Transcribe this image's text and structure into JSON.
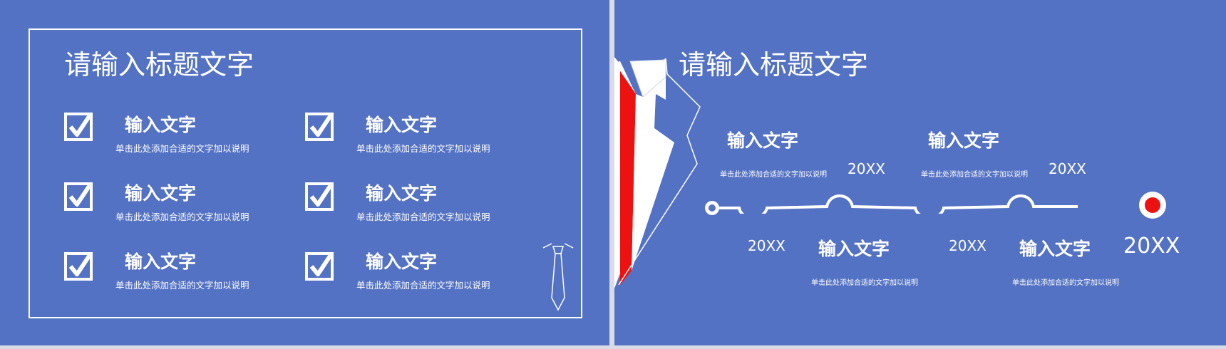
{
  "left_slide": {
    "title": "请输入标题文字",
    "items": [
      {
        "heading": "输入文字",
        "description": "单击此处添加合适的文字加以说明"
      },
      {
        "heading": "输入文字",
        "description": "单击此处添加合适的文字加以说明"
      },
      {
        "heading": "输入文字",
        "description": "单击此处添加合适的文字加以说明"
      },
      {
        "heading": "输入文字",
        "description": "单击此处添加合适的文字加以说明"
      },
      {
        "heading": "输入文字",
        "description": "单击此处添加合适的文字加以说明"
      },
      {
        "heading": "输入文字",
        "description": "单击此处添加合适的文字加以说明"
      }
    ]
  },
  "right_slide": {
    "title": "请输入标题文字",
    "timeline": [
      {
        "year": "20XX",
        "heading": "输入文字",
        "description": "单击此处添加合适的文字加以说明"
      },
      {
        "year": "20XX",
        "heading": "输入文字",
        "description": "单击此处添加合适的文字加以说明"
      },
      {
        "year": "20XX",
        "heading": "输入文字",
        "description": "单击此处添加合适的文字加以说明"
      },
      {
        "year": "20XX",
        "heading": "输入文字",
        "description": "单击此处添加合适的文字加以说明"
      },
      {
        "year": "20XX"
      }
    ]
  },
  "colors": {
    "background": "#5472c4",
    "foreground": "#ffffff",
    "accent_red": "#ee1111"
  }
}
